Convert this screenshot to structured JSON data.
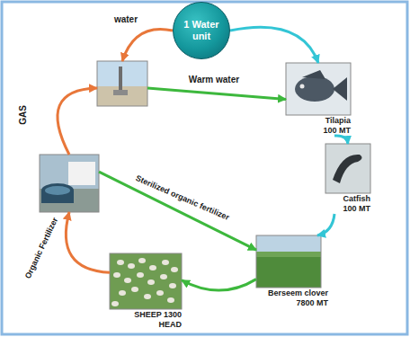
{
  "diagram": {
    "nodes": [
      {
        "text": [
          "1 Water unit"
        ]
      },
      {
        "text": []
      },
      {
        "text": [
          "Tilapia 100 MT"
        ]
      },
      {
        "text": []
      },
      {
        "text": [
          "Catfish 100 MT"
        ]
      },
      {
        "text": [
          "SHEEP 1300 HEAD"
        ]
      },
      {
        "text": [
          "Berseem clover 7800 MT"
        ]
      }
    ],
    "edges": [
      {
        "from": 0,
        "to": 1,
        "label": "water",
        "arrow": "to"
      },
      {
        "from": 1,
        "to": 2,
        "label": "Warm water",
        "arrow": "to"
      },
      {
        "from": 0,
        "to": 2,
        "arrow": "to"
      },
      {
        "from": 2,
        "to": 4,
        "arrow": "to"
      },
      {
        "from": 4,
        "to": 6,
        "arrow": "to"
      },
      {
        "from": 6,
        "to": 5,
        "arrow": "to"
      },
      {
        "from": 5,
        "to": 3,
        "label": "Organic Fertilizer",
        "arrow": "to"
      },
      {
        "from": 3,
        "to": 1,
        "label": "GAS",
        "arrow": "to"
      },
      {
        "from": 3,
        "to": 6,
        "label": "Sterilized organic fertilizer",
        "arrow": "to"
      }
    ]
  }
}
